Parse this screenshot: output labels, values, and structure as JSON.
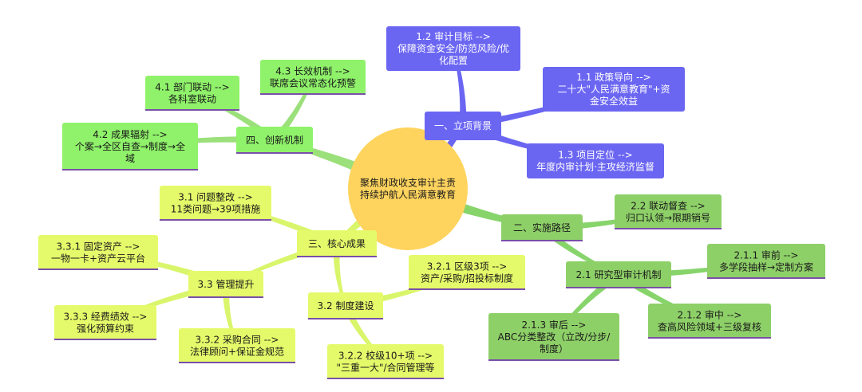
{
  "palette": {
    "blue": "#6b66f2",
    "blue_branch": "#6b66f2",
    "green": "#8ed068",
    "green_branch": "#87d46b",
    "yellow": "#e5fa6a",
    "yellow_branch": "#d9f56b",
    "lime": "#8ff26a",
    "lime_branch": "#9be07a",
    "center": "#ffd45e",
    "underline": "#7a4fa8"
  },
  "center": {
    "lines": [
      "聚焦财政收支审计主责",
      "持续护航人民满意教育"
    ]
  },
  "nodes": [
    {
      "id": "b1",
      "lines": [
        "一、立项背景"
      ],
      "color": "blue"
    },
    {
      "id": "b11",
      "lines": [
        "1.1 政策导向 -->",
        "二十大\"人民满意教育\"+资",
        "金安全效益"
      ],
      "color": "blue"
    },
    {
      "id": "b12",
      "lines": [
        "1.2 审计目标 -->",
        "保障资金安全/防范风险/优",
        "化配置"
      ],
      "color": "blue"
    },
    {
      "id": "b13",
      "lines": [
        "1.3 项目定位 -->",
        "年度内审计划·主攻经济监督"
      ],
      "color": "blue"
    },
    {
      "id": "g2",
      "lines": [
        "二、实施路径"
      ],
      "color": "green"
    },
    {
      "id": "g22",
      "lines": [
        "2.2 联动督查 -->",
        "归口认领→限期销号"
      ],
      "color": "green"
    },
    {
      "id": "g21",
      "lines": [
        "2.1 研究型审计机制"
      ],
      "color": "green"
    },
    {
      "id": "g211",
      "lines": [
        "2.1.1 审前 -->",
        "多学段抽样→定制方案"
      ],
      "color": "green"
    },
    {
      "id": "g212",
      "lines": [
        "2.1.2 审中 -->",
        "查高风险领域+三级复核"
      ],
      "color": "green"
    },
    {
      "id": "g213",
      "lines": [
        "2.1.3 审后 -->",
        "ABC分类整改（立改/分步/",
        "制度）"
      ],
      "color": "green"
    },
    {
      "id": "y3",
      "lines": [
        "三、核心成果"
      ],
      "color": "yellow"
    },
    {
      "id": "y31",
      "lines": [
        "3.1 问题整改 -->",
        "11类问题→39项措施"
      ],
      "color": "yellow"
    },
    {
      "id": "y33",
      "lines": [
        "3.3 管理提升"
      ],
      "color": "yellow"
    },
    {
      "id": "y331",
      "lines": [
        "3.3.1 固定资产 -->",
        "一物一卡+资产云平台"
      ],
      "color": "yellow"
    },
    {
      "id": "y333",
      "lines": [
        "3.3.3 经费绩效 -->",
        "强化预算约束"
      ],
      "color": "yellow"
    },
    {
      "id": "y332",
      "lines": [
        "3.3.2 采购合同 -->",
        "法律顾问+保证金规范"
      ],
      "color": "yellow"
    },
    {
      "id": "y32",
      "lines": [
        "3.2 制度建设"
      ],
      "color": "yellow"
    },
    {
      "id": "y321",
      "lines": [
        "3.2.1 区级3项 -->",
        "资产/采购/招投标制度"
      ],
      "color": "yellow"
    },
    {
      "id": "y322",
      "lines": [
        "3.2.2 校级10+项 -->",
        "\"三重一大\"/合同管理等"
      ],
      "color": "yellow"
    },
    {
      "id": "l4",
      "lines": [
        "四、创新机制"
      ],
      "color": "lime"
    },
    {
      "id": "l41",
      "lines": [
        "4.1 部门联动 -->",
        "各科室联动"
      ],
      "color": "lime"
    },
    {
      "id": "l43",
      "lines": [
        "4.3 长效机制 -->",
        "联席会议常态化预警"
      ],
      "color": "lime"
    },
    {
      "id": "l42",
      "lines": [
        "4.2 成果辐射 -->",
        "个案→全区自查→制度→全",
        "域"
      ],
      "color": "lime"
    }
  ],
  "edges": [
    {
      "from": "center",
      "to": "b1",
      "branch": "blue"
    },
    {
      "from": "b1",
      "to": "b11",
      "branch": "blue"
    },
    {
      "from": "b1",
      "to": "b12",
      "branch": "blue"
    },
    {
      "from": "b1",
      "to": "b13",
      "branch": "blue"
    },
    {
      "from": "center",
      "to": "g2",
      "branch": "green"
    },
    {
      "from": "g2",
      "to": "g22",
      "branch": "green"
    },
    {
      "from": "g2",
      "to": "g21",
      "branch": "green"
    },
    {
      "from": "g21",
      "to": "g211",
      "branch": "green"
    },
    {
      "from": "g21",
      "to": "g212",
      "branch": "green"
    },
    {
      "from": "g21",
      "to": "g213",
      "branch": "green"
    },
    {
      "from": "center",
      "to": "y3",
      "branch": "yellow"
    },
    {
      "from": "y3",
      "to": "y31",
      "branch": "yellow"
    },
    {
      "from": "y3",
      "to": "y33",
      "branch": "yellow"
    },
    {
      "from": "y3",
      "to": "y32",
      "branch": "yellow"
    },
    {
      "from": "y33",
      "to": "y331",
      "branch": "yellow"
    },
    {
      "from": "y33",
      "to": "y333",
      "branch": "yellow"
    },
    {
      "from": "y33",
      "to": "y332",
      "branch": "yellow"
    },
    {
      "from": "y32",
      "to": "y321",
      "branch": "yellow"
    },
    {
      "from": "y32",
      "to": "y322",
      "branch": "yellow"
    },
    {
      "from": "center",
      "to": "l4",
      "branch": "lime"
    },
    {
      "from": "l4",
      "to": "l41",
      "branch": "lime"
    },
    {
      "from": "l4",
      "to": "l43",
      "branch": "lime"
    },
    {
      "from": "l4",
      "to": "l42",
      "branch": "lime"
    }
  ]
}
